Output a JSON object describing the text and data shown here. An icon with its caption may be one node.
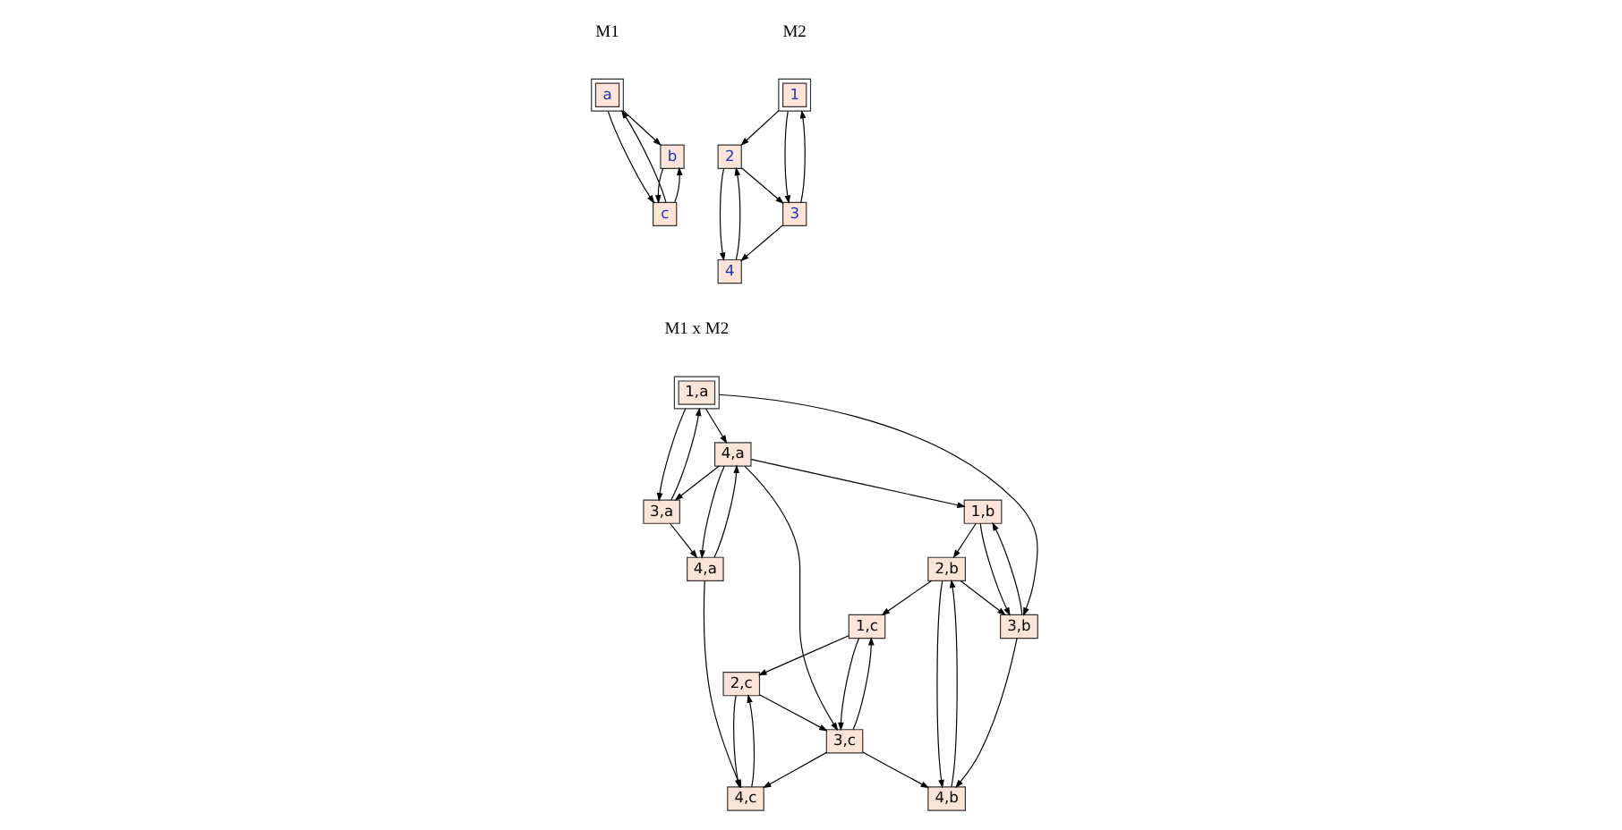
{
  "diagram": {
    "nodes": [
      {
        "text": [
          "a"
        ]
      },
      {
        "text": [
          "b"
        ]
      },
      {
        "text": [
          "c"
        ]
      },
      {
        "text": [
          "1"
        ]
      },
      {
        "text": [
          "2"
        ]
      },
      {
        "text": [
          "3"
        ]
      },
      {
        "text": [
          "4"
        ]
      },
      {
        "text": [
          "1,a"
        ]
      },
      {
        "text": [
          "4,a"
        ]
      },
      {
        "text": [
          "3,a"
        ]
      },
      {
        "text": [
          "4,a"
        ]
      },
      {
        "text": [
          "1,b"
        ]
      },
      {
        "text": [
          "2,b"
        ]
      },
      {
        "text": [
          "3,b"
        ]
      },
      {
        "text": [
          "4,b"
        ]
      },
      {
        "text": [
          "1,c"
        ]
      },
      {
        "text": [
          "2,c"
        ]
      },
      {
        "text": [
          "3,c"
        ]
      },
      {
        "text": [
          "4,c"
        ]
      }
    ],
    "edges": [
      {
        "from": 0,
        "to": 1,
        "arrow": "to"
      },
      {
        "from": 0,
        "to": 2,
        "arrow": "to"
      },
      {
        "from": 2,
        "to": 0,
        "arrow": "to"
      },
      {
        "from": 1,
        "to": 2,
        "arrow": "to"
      },
      {
        "from": 2,
        "to": 1,
        "arrow": "to"
      },
      {
        "from": 3,
        "to": 4,
        "arrow": "to"
      },
      {
        "from": 3,
        "to": 5,
        "arrow": "to"
      },
      {
        "from": 5,
        "to": 3,
        "arrow": "to"
      },
      {
        "from": 4,
        "to": 5,
        "arrow": "to"
      },
      {
        "from": 4,
        "to": 6,
        "arrow": "to"
      },
      {
        "from": 6,
        "to": 4,
        "arrow": "to"
      },
      {
        "from": 5,
        "to": 6,
        "arrow": "to"
      },
      {
        "from": 7,
        "to": 8,
        "arrow": "to"
      },
      {
        "from": 7,
        "to": 9,
        "arrow": "to"
      },
      {
        "from": 9,
        "to": 7,
        "arrow": "to"
      },
      {
        "from": 7,
        "to": 13,
        "arrow": "to"
      },
      {
        "from": 8,
        "to": 9,
        "arrow": "to"
      },
      {
        "from": 8,
        "to": 10,
        "arrow": "to"
      },
      {
        "from": 10,
        "to": 8,
        "arrow": "to"
      },
      {
        "from": 9,
        "to": 10,
        "arrow": "to"
      },
      {
        "from": 8,
        "to": 17,
        "arrow": "to"
      },
      {
        "from": 10,
        "to": 18,
        "arrow": "to"
      },
      {
        "from": 8,
        "to": 11,
        "arrow": "to"
      },
      {
        "from": 11,
        "to": 12,
        "arrow": "to"
      },
      {
        "from": 11,
        "to": 13,
        "arrow": "to"
      },
      {
        "from": 13,
        "to": 11,
        "arrow": "to"
      },
      {
        "from": 12,
        "to": 13,
        "arrow": "to"
      },
      {
        "from": 12,
        "to": 14,
        "arrow": "to"
      },
      {
        "from": 12,
        "to": 15,
        "arrow": "to"
      },
      {
        "from": 14,
        "to": 12,
        "arrow": "to"
      },
      {
        "from": 13,
        "to": 14,
        "arrow": "to"
      },
      {
        "from": 17,
        "to": 14,
        "arrow": "to"
      },
      {
        "from": 15,
        "to": 17,
        "arrow": "to"
      },
      {
        "from": 17,
        "to": 15,
        "arrow": "to"
      },
      {
        "from": 15,
        "to": 16,
        "arrow": "to"
      },
      {
        "from": 16,
        "to": 17,
        "arrow": "to"
      },
      {
        "from": 16,
        "to": 18,
        "arrow": "to"
      },
      {
        "from": 18,
        "to": 16,
        "arrow": "to"
      },
      {
        "from": 17,
        "to": 18,
        "arrow": "to"
      }
    ],
    "labels": [
      "M1",
      "M2",
      "M1 x M2"
    ]
  }
}
